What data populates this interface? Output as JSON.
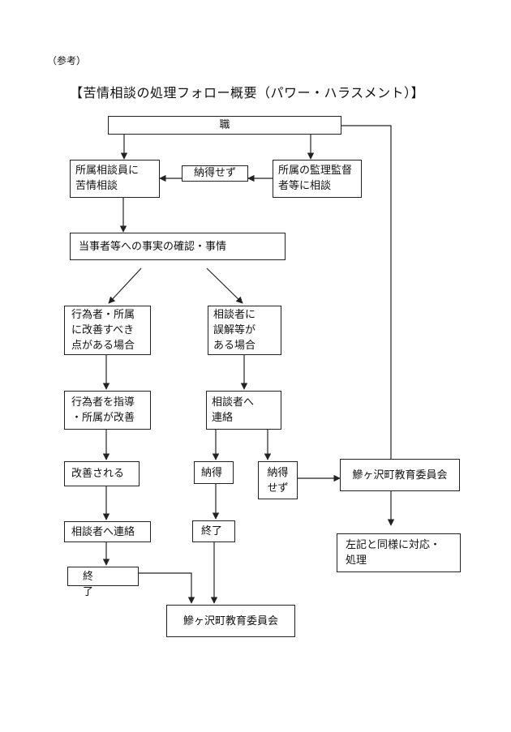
{
  "note": "（参考）",
  "title": "【苦情相談の処理フォロー概要（パワー・ハラスメント）】",
  "boxes": {
    "staff": "職",
    "consultant": "所属相談員に\n苦情相談",
    "not_satisfied_top": "納得せず",
    "supervisor": "所属の監理監督\n者等に相談",
    "fact_check": "当事者等への事実の確認・事情",
    "needs_improvement": "行為者・所属\nに改善すべき\n点がある場合",
    "misunderstanding": "相談者に\n誤解等が\nある場合",
    "guidance": "行為者を指導\n・所属が改善",
    "contact_consulter": "相談者へ\n連絡",
    "improved": "改善される",
    "satisfied": "納得",
    "not_satisfied": "納得\nせず",
    "board_right": "鰺ヶ沢町教育委員会",
    "contact_consulter_2": "相談者へ連絡",
    "end_mid": "終了",
    "same_handling": "左記と同様に対応・\n処理",
    "end_left": "終　　了",
    "board_bottom": "鰺ヶ沢町教育委員会"
  }
}
